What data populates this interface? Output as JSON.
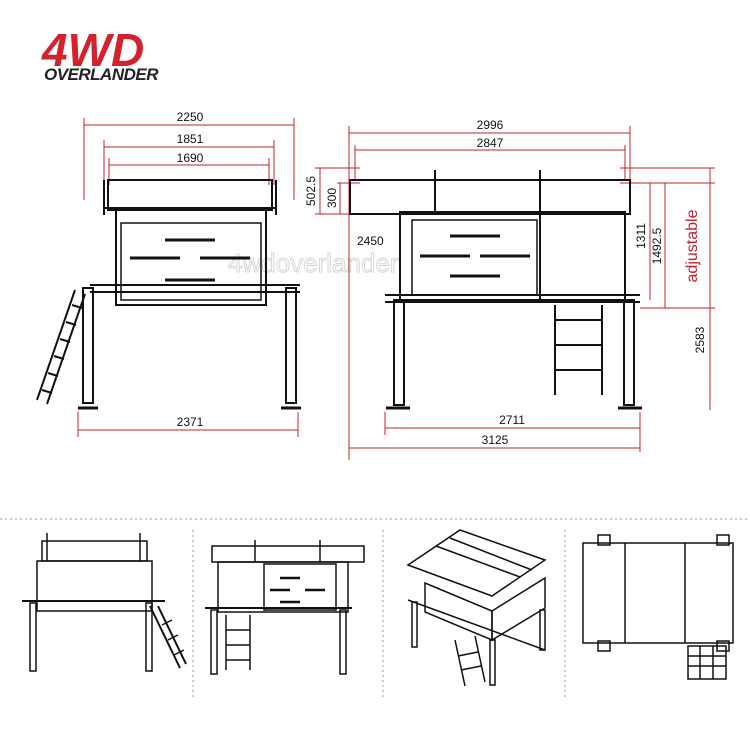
{
  "brand": {
    "logo_main": "4WD",
    "logo_sub": "OVERLANDER",
    "accent_color": "#d3212d"
  },
  "watermark": "4wdoverlander",
  "front_view": {
    "dims_top": [
      "2250",
      "1851",
      "1690"
    ],
    "dim_bottom": "2371"
  },
  "side_view": {
    "dims_top": [
      "2996",
      "2847"
    ],
    "dims_left": [
      "502.5",
      "300",
      "2450"
    ],
    "dims_right": [
      "1311",
      "1492.5",
      "2583"
    ],
    "adjustable_label": "adjustable",
    "dims_bottom": [
      "2711",
      "3125"
    ]
  },
  "thumbnails": [
    "front-view-photo-drawing",
    "side-view-drawing",
    "isometric-view",
    "top-view"
  ]
}
